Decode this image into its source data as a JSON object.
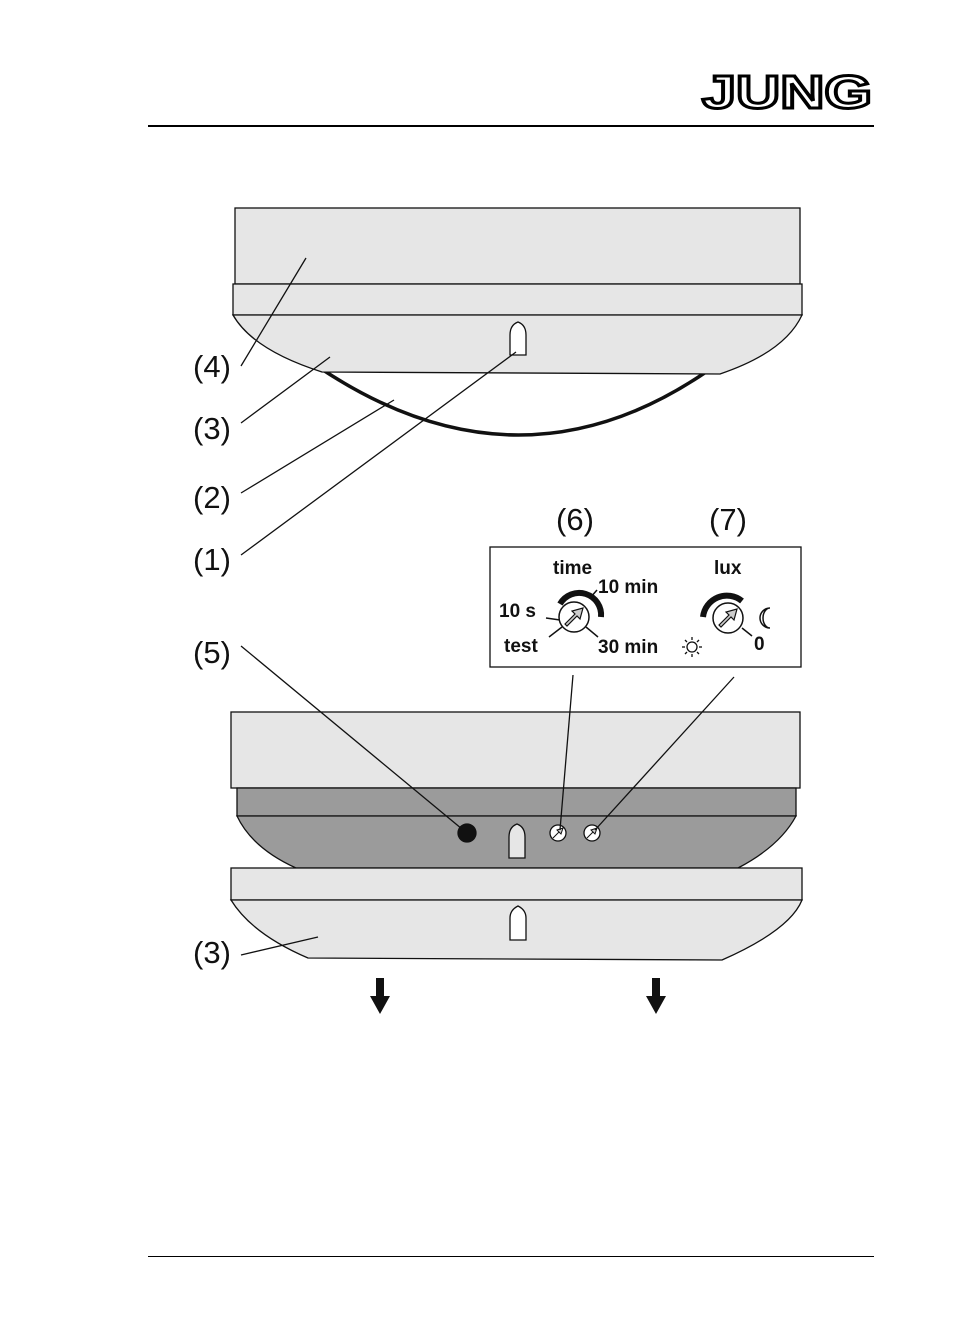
{
  "brand": {
    "logo_text": "JUNG"
  },
  "callouts": {
    "c4": "(4)",
    "c3_top": "(3)",
    "c2": "(2)",
    "c1": "(1)",
    "c5": "(5)",
    "c6": "(6)",
    "c7": "(7)",
    "c3_bottom": "(3)"
  },
  "settings_panel": {
    "time_dial": {
      "title": "time",
      "label_10s": "10 s",
      "label_test": "test",
      "label_10min": "10 min",
      "label_30min": "30 min"
    },
    "lux_dial": {
      "title": "lux",
      "label_zero": "0",
      "sun_icon": "sun-icon",
      "moon_icon": "moon-icon"
    }
  },
  "colors": {
    "housing_light": "#e6e6e6",
    "housing_dark": "#9b9b9b",
    "line": "#111111"
  }
}
